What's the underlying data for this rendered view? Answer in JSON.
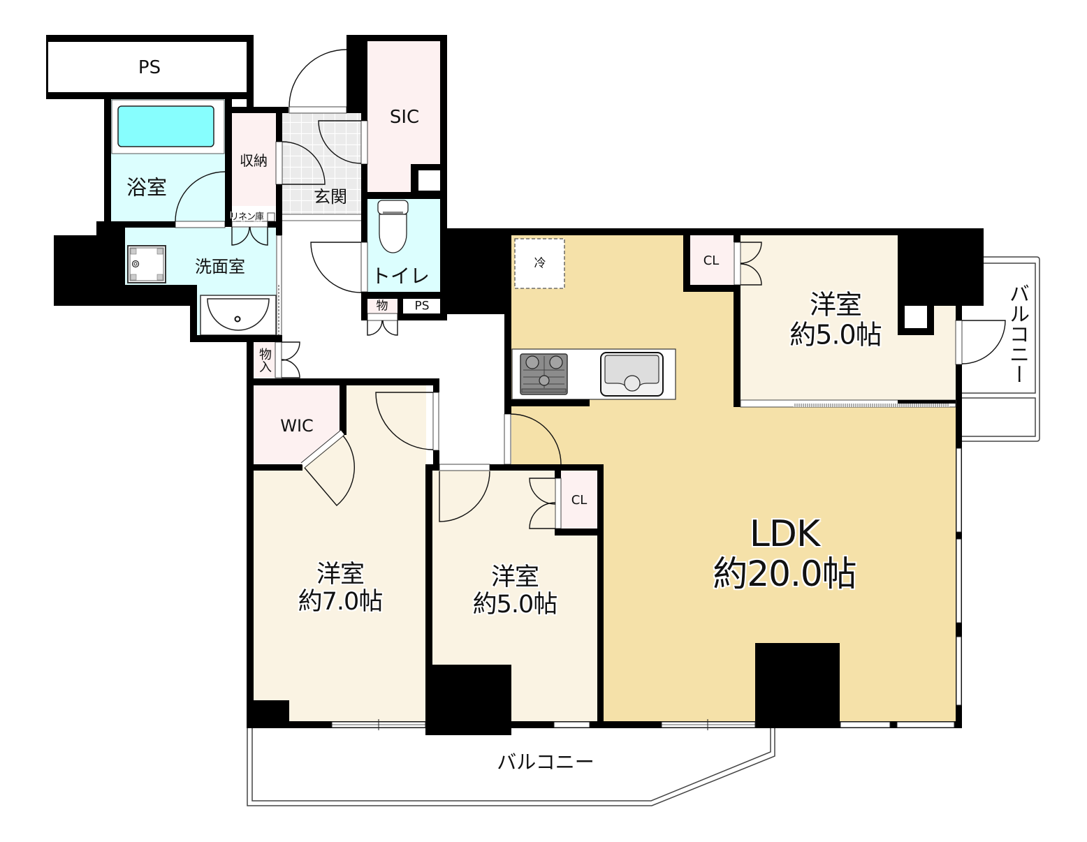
{
  "floorplan": {
    "rooms": {
      "ldk": {
        "name": "LDK",
        "area": "約20.0帖"
      },
      "western_room_north": {
        "name": "洋室",
        "area": "約5.0帖"
      },
      "western_room_west": {
        "name": "洋室",
        "area": "約7.0帖"
      },
      "western_room_center": {
        "name": "洋室",
        "area": "約5.0帖"
      }
    },
    "labels": {
      "pipe_space_top": "PS",
      "bathroom": "浴室",
      "storage": "収納",
      "linen_closet": "リネン庫",
      "entrance": "玄関",
      "shoes_in_closet": "SIC",
      "toilet": "トイレ",
      "washroom": "洗面室",
      "toilet_storage": "物",
      "pipe_space_small": "PS",
      "hall_storage": "物入",
      "refrigerator": "冷",
      "closet_ldk": "CL",
      "walk_in_closet": "WIC",
      "closet_center": "CL",
      "balcony_south": "バルコニー",
      "balcony_east": "バルコニー"
    }
  },
  "colors": {
    "wall": "#000000",
    "ldk_floor": "#F5E1A9",
    "western_room_floor": "#FAF3E3",
    "storage_floor": "#FDF1F1",
    "wet_area_floor": "#DCFEFE",
    "bathtub": "#87FEFE",
    "entrance_tile": "#EBEBEB"
  }
}
